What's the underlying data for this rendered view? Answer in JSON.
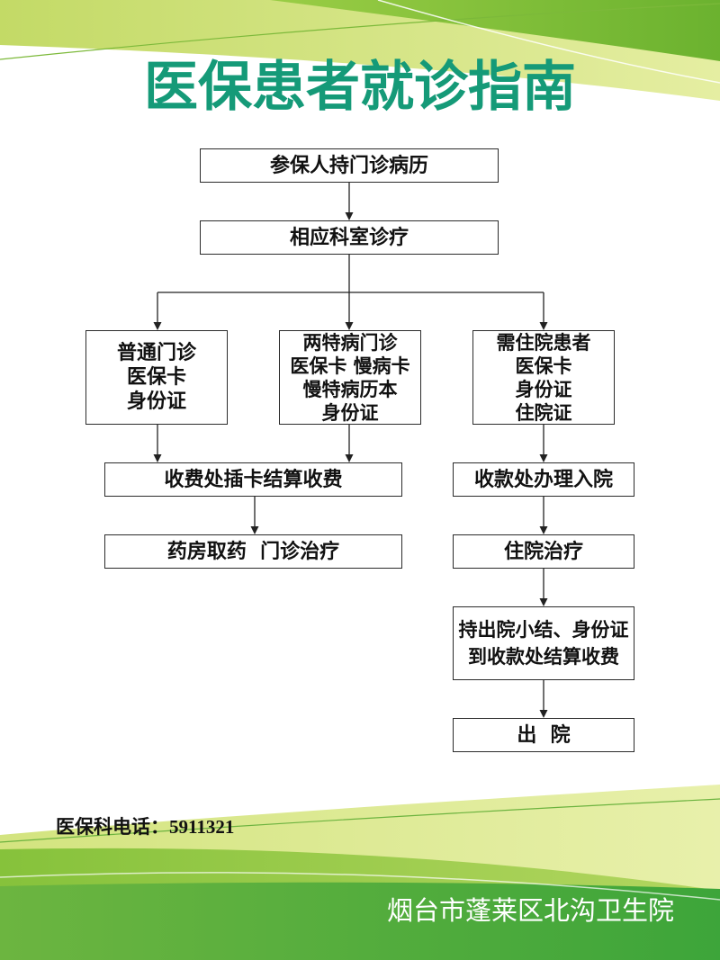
{
  "title": "医保患者就诊指南",
  "flow": {
    "start": {
      "lines": [
        "参保人持门诊病历"
      ]
    },
    "department": {
      "lines": [
        "相应科室诊疗"
      ]
    },
    "outpatient": {
      "lines": [
        "普通门诊",
        "医保卡",
        "身份证"
      ]
    },
    "special": {
      "lines": [
        "两特病门诊",
        "医保卡 慢病卡",
        "慢特病历本",
        "身份证"
      ]
    },
    "inpatient": {
      "lines": [
        "需住院患者",
        "医保卡",
        "身份证",
        "住院证"
      ]
    },
    "billing": {
      "lines": [
        "收费处插卡结算收费"
      ]
    },
    "admission": {
      "lines": [
        "收款处办理入院"
      ]
    },
    "pharmacy": {
      "lines": [
        "药房取药  门诊治疗"
      ]
    },
    "hospitalization": {
      "lines": [
        "住院治疗"
      ]
    },
    "settlement": {
      "lines": [
        "持出院小结、身份证",
        "到收款处结算收费"
      ]
    },
    "discharge": {
      "lines": [
        "出  院"
      ]
    }
  },
  "phone": {
    "label": "医保科电话：",
    "number": "5911321"
  },
  "footer": {
    "hospital": "烟台市蓬莱区北沟卫生院"
  },
  "colors": {
    "title": "#159a78",
    "accent_green": "#8cc63f",
    "light_green": "#d6e686",
    "footer_text": "#ffffff"
  }
}
